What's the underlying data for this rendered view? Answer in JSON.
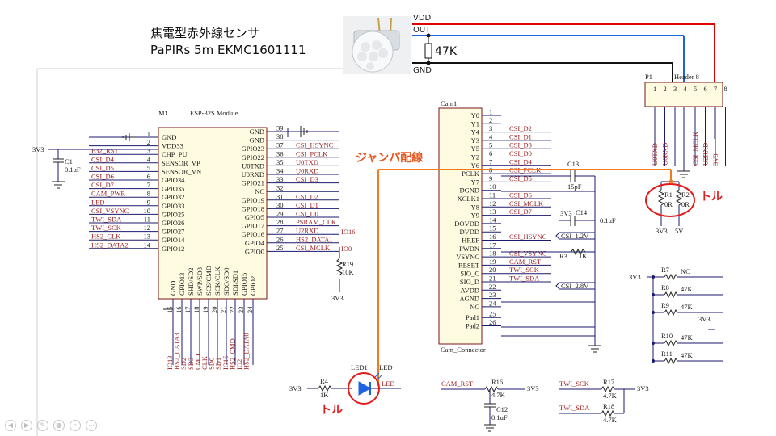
{
  "header": {
    "line1": "焦電型赤外線センサ",
    "line2": "PaPIRs 5m EKMC1601111"
  },
  "sensor": {
    "vdd": "VDD",
    "out": "OUT",
    "gnd": "GND",
    "res": "47K"
  },
  "annotations": {
    "jumper": "ジャンパ配線",
    "toru1": "トル",
    "toru2": "トル"
  },
  "m1": {
    "ref": "M1",
    "name": "ESP-32S Module",
    "left_pins": [
      [
        "1",
        "GND"
      ],
      [
        "2",
        "VDD33"
      ],
      [
        "3",
        "CHP_PU"
      ],
      [
        "4",
        "SENSOR_VP"
      ],
      [
        "5",
        "SENSOR_VN"
      ],
      [
        "6",
        "GPIO34"
      ],
      [
        "7",
        "GPIO35"
      ],
      [
        "8",
        "GPIO32"
      ],
      [
        "9",
        "GPIO33"
      ],
      [
        "10",
        "GPIO25"
      ],
      [
        "11",
        "GPIO26"
      ],
      [
        "12",
        "GPIO27"
      ],
      [
        "13",
        "GPIO14"
      ],
      [
        "14",
        "GPIO12"
      ]
    ],
    "left_nets": [
      "",
      "",
      "E32_RST",
      "CSI_D4",
      "CSI_D5",
      "CSI_D6",
      "CSI_D7",
      "CAM_PWR",
      "LED",
      "CSI_VSYNC",
      "TWI_SDA",
      "TWI_SCK",
      "HS2_CLK",
      "HS2_DATA2"
    ],
    "right_pins": [
      [
        "39",
        "GND"
      ],
      [
        "38",
        "GND"
      ],
      [
        "37",
        "GPIO23"
      ],
      [
        "36",
        "GPIO22"
      ],
      [
        "35",
        "U0TXD"
      ],
      [
        "34",
        "U0RXD"
      ],
      [
        "33",
        "GPIO21"
      ],
      [
        "32",
        "NC"
      ],
      [
        "31",
        "GPIO19"
      ],
      [
        "30",
        "GPIO18"
      ],
      [
        "29",
        "GPIO5"
      ],
      [
        "28",
        "GPIO17"
      ],
      [
        "27",
        "GPIO16"
      ],
      [
        "26",
        "GPIO4"
      ],
      [
        "25",
        "GPIO0"
      ]
    ],
    "right_nets": [
      "",
      "",
      "CSI_HSYNC",
      "CSI_PCLK",
      "U0TXD",
      "U0RXD",
      "CSI_D3",
      "",
      "CSI_D2",
      "CSI_D1",
      "CSI_D0",
      "PSRAM_CLK",
      "U2RXD",
      "HS2_DATA1",
      "CSI_MCLK"
    ],
    "right_extra": {
      "io16": "IO16",
      "io0": "IO0"
    },
    "bottom_pins": [
      "GND",
      "GPIO13",
      "SHD/SD2",
      "SWP/SD3",
      "SCS/CMD",
      "SCK/CLK",
      "SDO/SD0",
      "SDI/SD1",
      "GPIO15",
      "GPIO2"
    ],
    "bottom_nums": [
      "15",
      "16",
      "17",
      "18",
      "19",
      "20",
      "21",
      "22",
      "23",
      "24"
    ],
    "bottom_nets": [
      "IO13",
      "HS2_DATA3",
      "SD2",
      "SD3",
      "CMD",
      "CLK",
      "SD0",
      "SD1",
      "IO15",
      "HS2_CMD",
      "IO2",
      "HS2_DATA0"
    ]
  },
  "cam": {
    "ref": "Cam1",
    "name": "Cam_Connector",
    "pins": [
      [
        "1",
        "Y0"
      ],
      [
        "2",
        "Y1"
      ],
      [
        "3",
        "Y4"
      ],
      [
        "4",
        "Y3"
      ],
      [
        "5",
        "Y5"
      ],
      [
        "6",
        "Y2"
      ],
      [
        "7",
        "Y6"
      ],
      [
        "8",
        "PCLK"
      ],
      [
        "9",
        "Y7"
      ],
      [
        "10",
        "DGND"
      ],
      [
        "11",
        "XCLK1"
      ],
      [
        "12",
        "Y8"
      ],
      [
        "13",
        "Y9"
      ],
      [
        "14",
        "DOVDD"
      ],
      [
        "15",
        "DVDD"
      ],
      [
        "16",
        "HREF"
      ],
      [
        "17",
        "PWDN"
      ],
      [
        "18",
        "VSYNC"
      ],
      [
        "19",
        "RESET"
      ],
      [
        "20",
        "SIO_C"
      ],
      [
        "21",
        "SIO_D"
      ],
      [
        "22",
        "AVDD"
      ],
      [
        "23",
        "AGND"
      ],
      [
        "24",
        "NC"
      ],
      [
        "25",
        "Pad1"
      ],
      [
        "26",
        "Pad2"
      ]
    ],
    "nets": [
      "",
      "",
      "CSI_D2",
      "CSI_D1",
      "CSI_D3",
      "CSI_D0",
      "CSI_D4",
      "CSI_PCLK",
      "CSI_D5",
      "",
      "CSI_D6",
      "CSI_MCLK",
      "CSI_D7",
      "",
      "",
      "CSI_HSYNC",
      "",
      "CSI_VSYNC",
      "CAM_RST",
      "TWI_SCK",
      "TWI_SDA",
      "",
      "",
      "",
      "",
      ""
    ],
    "c13": "C13",
    "c13v": "15pF",
    "c14": "C14",
    "c14v": "0.1uF",
    "v3": "3V3",
    "r3": "R3",
    "r3v": "1K",
    "csi12": "CSI_1.2V",
    "csi28": "CSI_2.8V"
  },
  "p1": {
    "ref": "P1",
    "name": "Header 8",
    "pins": [
      "1",
      "2",
      "3",
      "4",
      "5",
      "6",
      "7",
      "8"
    ],
    "nets": [
      "U0TXD",
      "U0RXD",
      "",
      "",
      "CSI_MCLK",
      "U2RXD",
      "3V3",
      ""
    ]
  },
  "r12": {
    "r1": "R1",
    "r1v": "0R",
    "r2": "R2",
    "r2v": "0R",
    "v1": "3V3",
    "v2": "5V"
  },
  "c1": {
    "ref": "C1",
    "val": "0.1uF",
    "v": "3V3"
  },
  "r19": {
    "ref": "R19",
    "val": "10K",
    "v": "3V3"
  },
  "led": {
    "v": "3V3",
    "r4": "R4",
    "r4v": "1K",
    "ref": "LED1",
    "net1": "LED",
    "net2": "LED"
  },
  "bottom": {
    "cam_rst": "CAM_RST",
    "r16": "R16",
    "r16v": "4.7K",
    "c12": "C12",
    "c12v": "0.1uF",
    "v16": "3V3",
    "twi_sck": "TWI_SCK",
    "twi_sda": "TWI_SDA",
    "r17": "R17",
    "r17v": "4.7K",
    "r18": "R18",
    "r18v": "4.7K",
    "v17": "3V3"
  },
  "pulls": {
    "v": "3V3",
    "v2": "3V3",
    "r7": "R7",
    "r7v": "NC",
    "r8": "R8",
    "r8v": "47K",
    "r9": "R9",
    "r9v": "47K",
    "r10": "R10",
    "r10v": "47K",
    "r11": "R11",
    "r11v": "47K"
  }
}
